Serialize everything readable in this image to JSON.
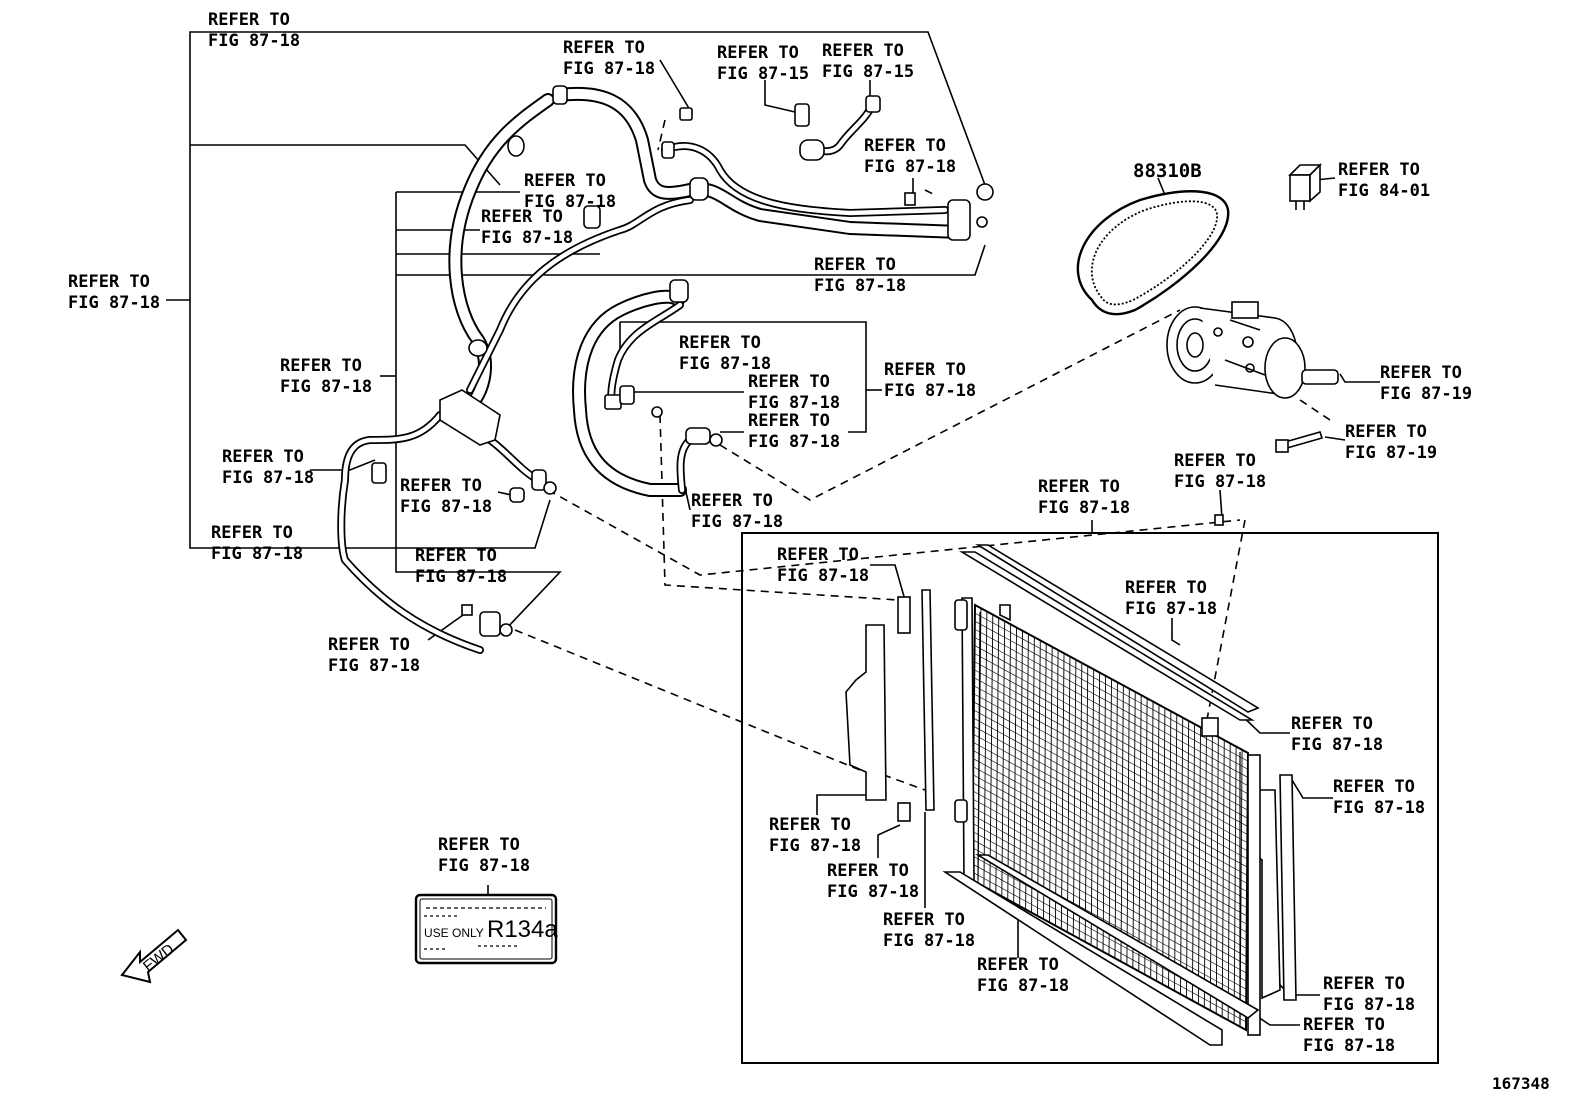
{
  "refer": {
    "l1": [
      "REFER TO",
      "FIG 87-18"
    ],
    "l2": [
      "REFER TO",
      "FIG 87-18"
    ],
    "l3": [
      "REFER TO",
      "FIG 87-15"
    ],
    "l4": [
      "REFER TO",
      "FIG 87-15"
    ],
    "l5": [
      "REFER TO",
      "FIG 87-18"
    ],
    "l6": [
      "REFER TO",
      "FIG 87-18"
    ],
    "l7": [
      "REFER TO",
      "FIG 87-18"
    ],
    "l8": [
      "REFER TO",
      "FIG 84-01"
    ],
    "l9": [
      "REFER TO",
      "FIG 87-18"
    ],
    "l10": [
      "REFER TO",
      "FIG 87-18"
    ],
    "l11": [
      "REFER TO",
      "FIG 87-18"
    ],
    "l12": [
      "REFER TO",
      "FIG 87-18"
    ],
    "l13": [
      "REFER TO",
      "FIG 87-18"
    ],
    "l14": [
      "REFER TO",
      "FIG 87-18"
    ],
    "l15": [
      "REFER TO",
      "FIG 87-19"
    ],
    "l16": [
      "REFER TO",
      "FIG 87-18"
    ],
    "l17": [
      "REFER TO",
      "FIG 87-18"
    ],
    "l18": [
      "REFER TO",
      "FIG 87-19"
    ],
    "l19": [
      "REFER TO",
      "FIG 87-18"
    ],
    "l20": [
      "REFER TO",
      "FIG 87-18"
    ],
    "l21": [
      "REFER TO",
      "FIG 87-18"
    ],
    "l22": [
      "REFER TO",
      "FIG 87-18"
    ],
    "l23": [
      "REFER TO",
      "FIG 87-18"
    ],
    "l24": [
      "REFER TO",
      "FIG 87-18"
    ],
    "l25": [
      "REFER TO",
      "FIG 87-18"
    ],
    "l26": [
      "REFER TO",
      "FIG 87-18"
    ],
    "l27": [
      "REFER TO",
      "FIG 87-18"
    ],
    "l28": [
      "REFER TO",
      "FIG 87-18"
    ],
    "l29": [
      "REFER TO",
      "FIG 87-18"
    ],
    "l30": [
      "REFER TO",
      "FIG 87-18"
    ],
    "l31": [
      "REFER TO",
      "FIG 87-18"
    ],
    "l32": [
      "REFER TO",
      "FIG 87-18"
    ],
    "l33": [
      "REFER TO",
      "FIG 87-18"
    ],
    "l34": [
      "REFER TO",
      "FIG 87-18"
    ],
    "l35": [
      "REFER TO",
      "FIG 87-18"
    ]
  },
  "belt_part_number": "88310B",
  "decal": {
    "use_only": "USE ONLY",
    "refrigerant": "R134a"
  },
  "fwd_arrow": "FWD",
  "illustration_id": "167348"
}
